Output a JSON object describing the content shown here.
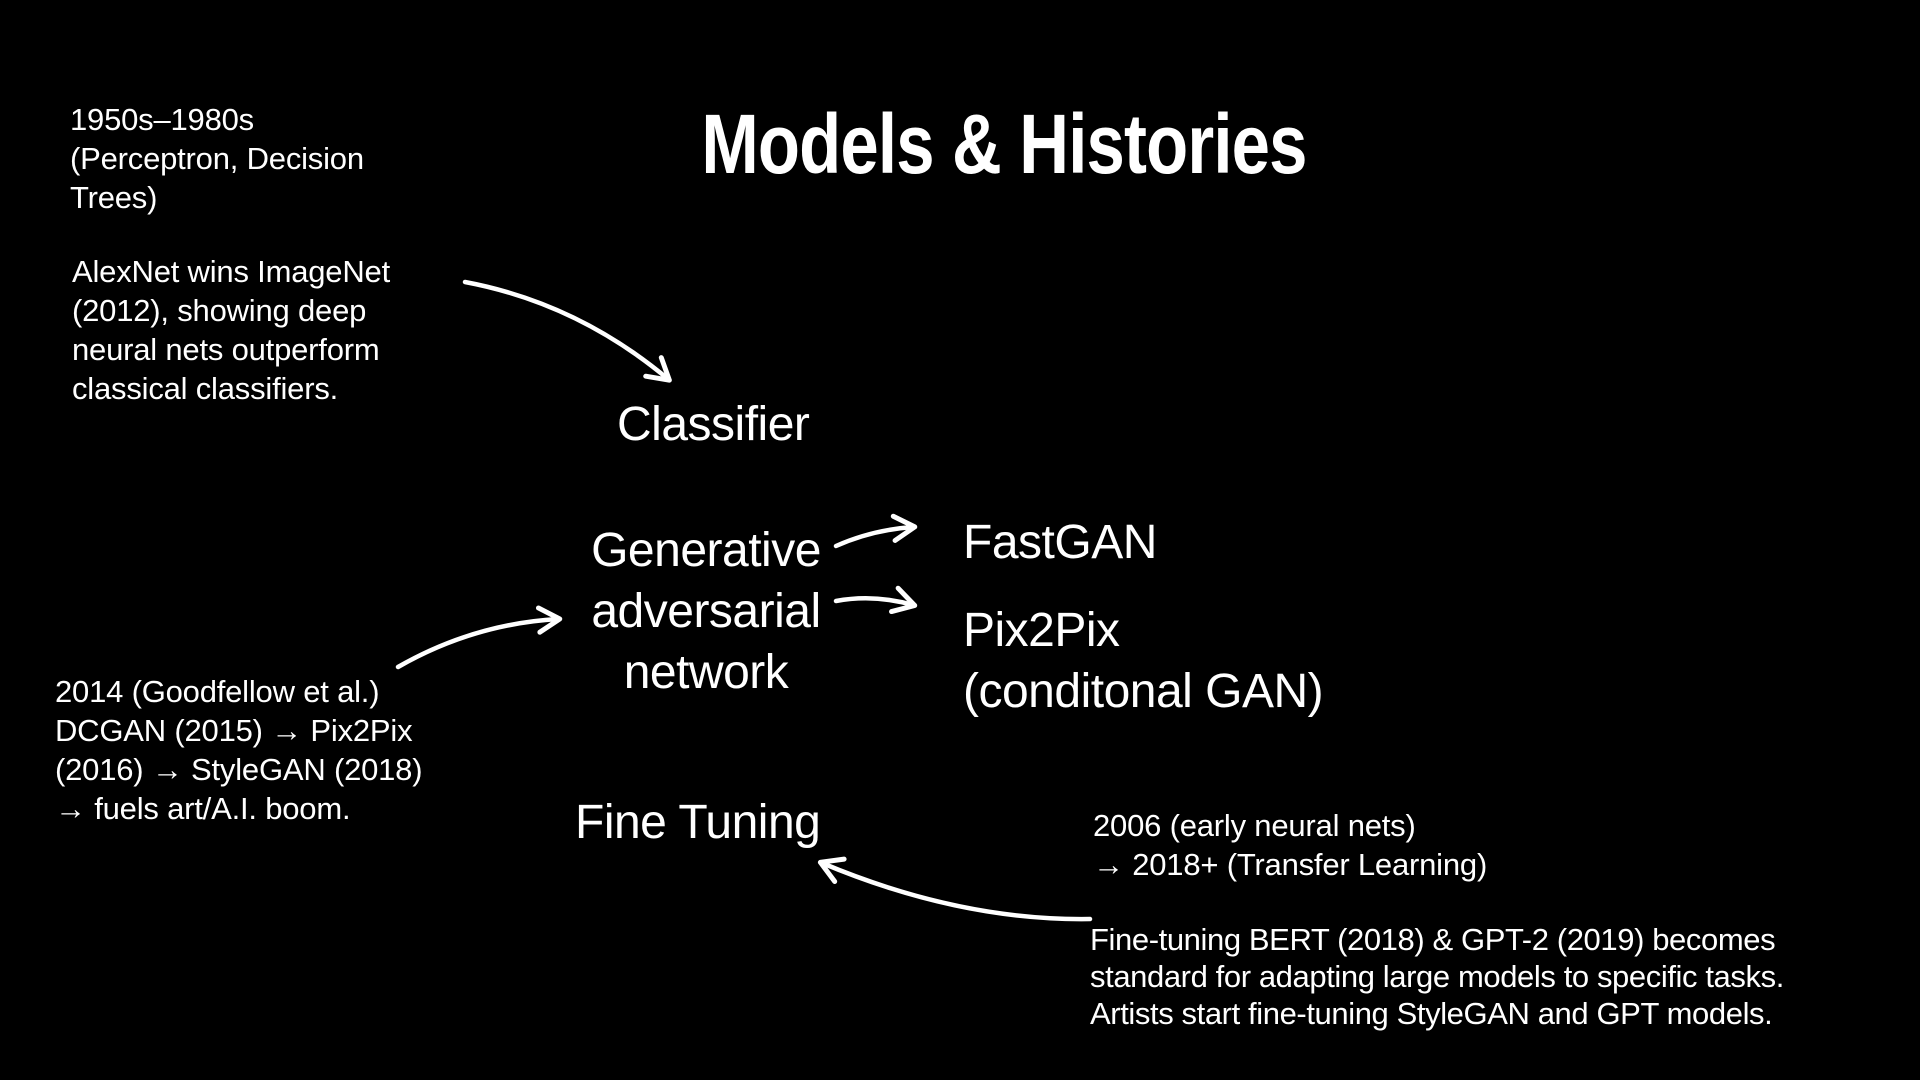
{
  "canvas": {
    "background_color": "#000000",
    "text_color": "#ffffff",
    "arrow_color": "#ffffff"
  },
  "title": "Models & Histories",
  "nodes": {
    "classifier": {
      "label": "Classifier"
    },
    "gan": {
      "label": "Generative\nadversarial\nnetwork"
    },
    "fastgan": {
      "label": "FastGAN"
    },
    "pix2pix": {
      "label": "Pix2Pix\n(conditonal GAN)"
    },
    "fine_tuning": {
      "label": "Fine Tuning"
    }
  },
  "annotations": {
    "early_era": {
      "text": "1950s–1980s\n(Perceptron, Decision\nTrees)"
    },
    "alexnet": {
      "text": "AlexNet wins ImageNet\n(2012), showing deep\nneural nets outperform\nclassical classifiers."
    },
    "gan_history": {
      "text": "2014 (Goodfellow et al.)\nDCGAN (2015) → Pix2Pix\n(2016) → StyleGAN (2018)\n→ fuels art/A.I. boom."
    },
    "transfer_learning": {
      "text": "2006 (early neural nets)\n→ 2018+ (Transfer Learning)"
    },
    "fine_tuning_detail": {
      "text": "Fine-tuning BERT (2018) & GPT-2 (2019) becomes\nstandard for adapting large models to specific tasks.\nArtists start fine-tuning StyleGAN and GPT models."
    }
  },
  "arrows": [
    {
      "name": "alexnet-to-classifier",
      "from": "alexnet annotation",
      "to": "Classifier"
    },
    {
      "name": "gan-history-to-gan",
      "from": "gan_history annotation",
      "to": "Generative adversarial network"
    },
    {
      "name": "gan-to-fastgan",
      "from": "Generative adversarial network",
      "to": "FastGAN"
    },
    {
      "name": "gan-to-pix2pix",
      "from": "Generative adversarial network",
      "to": "Pix2Pix (conditonal GAN)"
    },
    {
      "name": "fine-tuning-detail-to-fine-tuning",
      "from": "fine_tuning_detail annotation",
      "to": "Fine Tuning"
    }
  ]
}
